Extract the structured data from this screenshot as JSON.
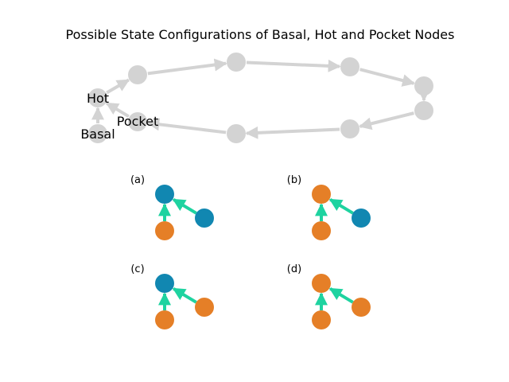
{
  "title": "Possible State Configurations of Basal, Hot and Pocket Nodes",
  "colors": {
    "ring_node": "#d3d3d3",
    "ring_edge": "#d3d3d3",
    "motif_edge": "#1ed3a0",
    "state_blue": "#1187b1",
    "state_orange": "#e57f27"
  },
  "ring_labels": {
    "hot": "Hot",
    "basal": "Basal",
    "pocket": "Pocket"
  },
  "panels": [
    {
      "label": "(a)",
      "basal": "orange",
      "hot": "blue",
      "pocket": "blue"
    },
    {
      "label": "(b)",
      "basal": "orange",
      "hot": "orange",
      "pocket": "blue"
    },
    {
      "label": "(c)",
      "basal": "orange",
      "hot": "blue",
      "pocket": "orange"
    },
    {
      "label": "(d)",
      "basal": "orange",
      "hot": "orange",
      "pocket": "orange"
    }
  ]
}
